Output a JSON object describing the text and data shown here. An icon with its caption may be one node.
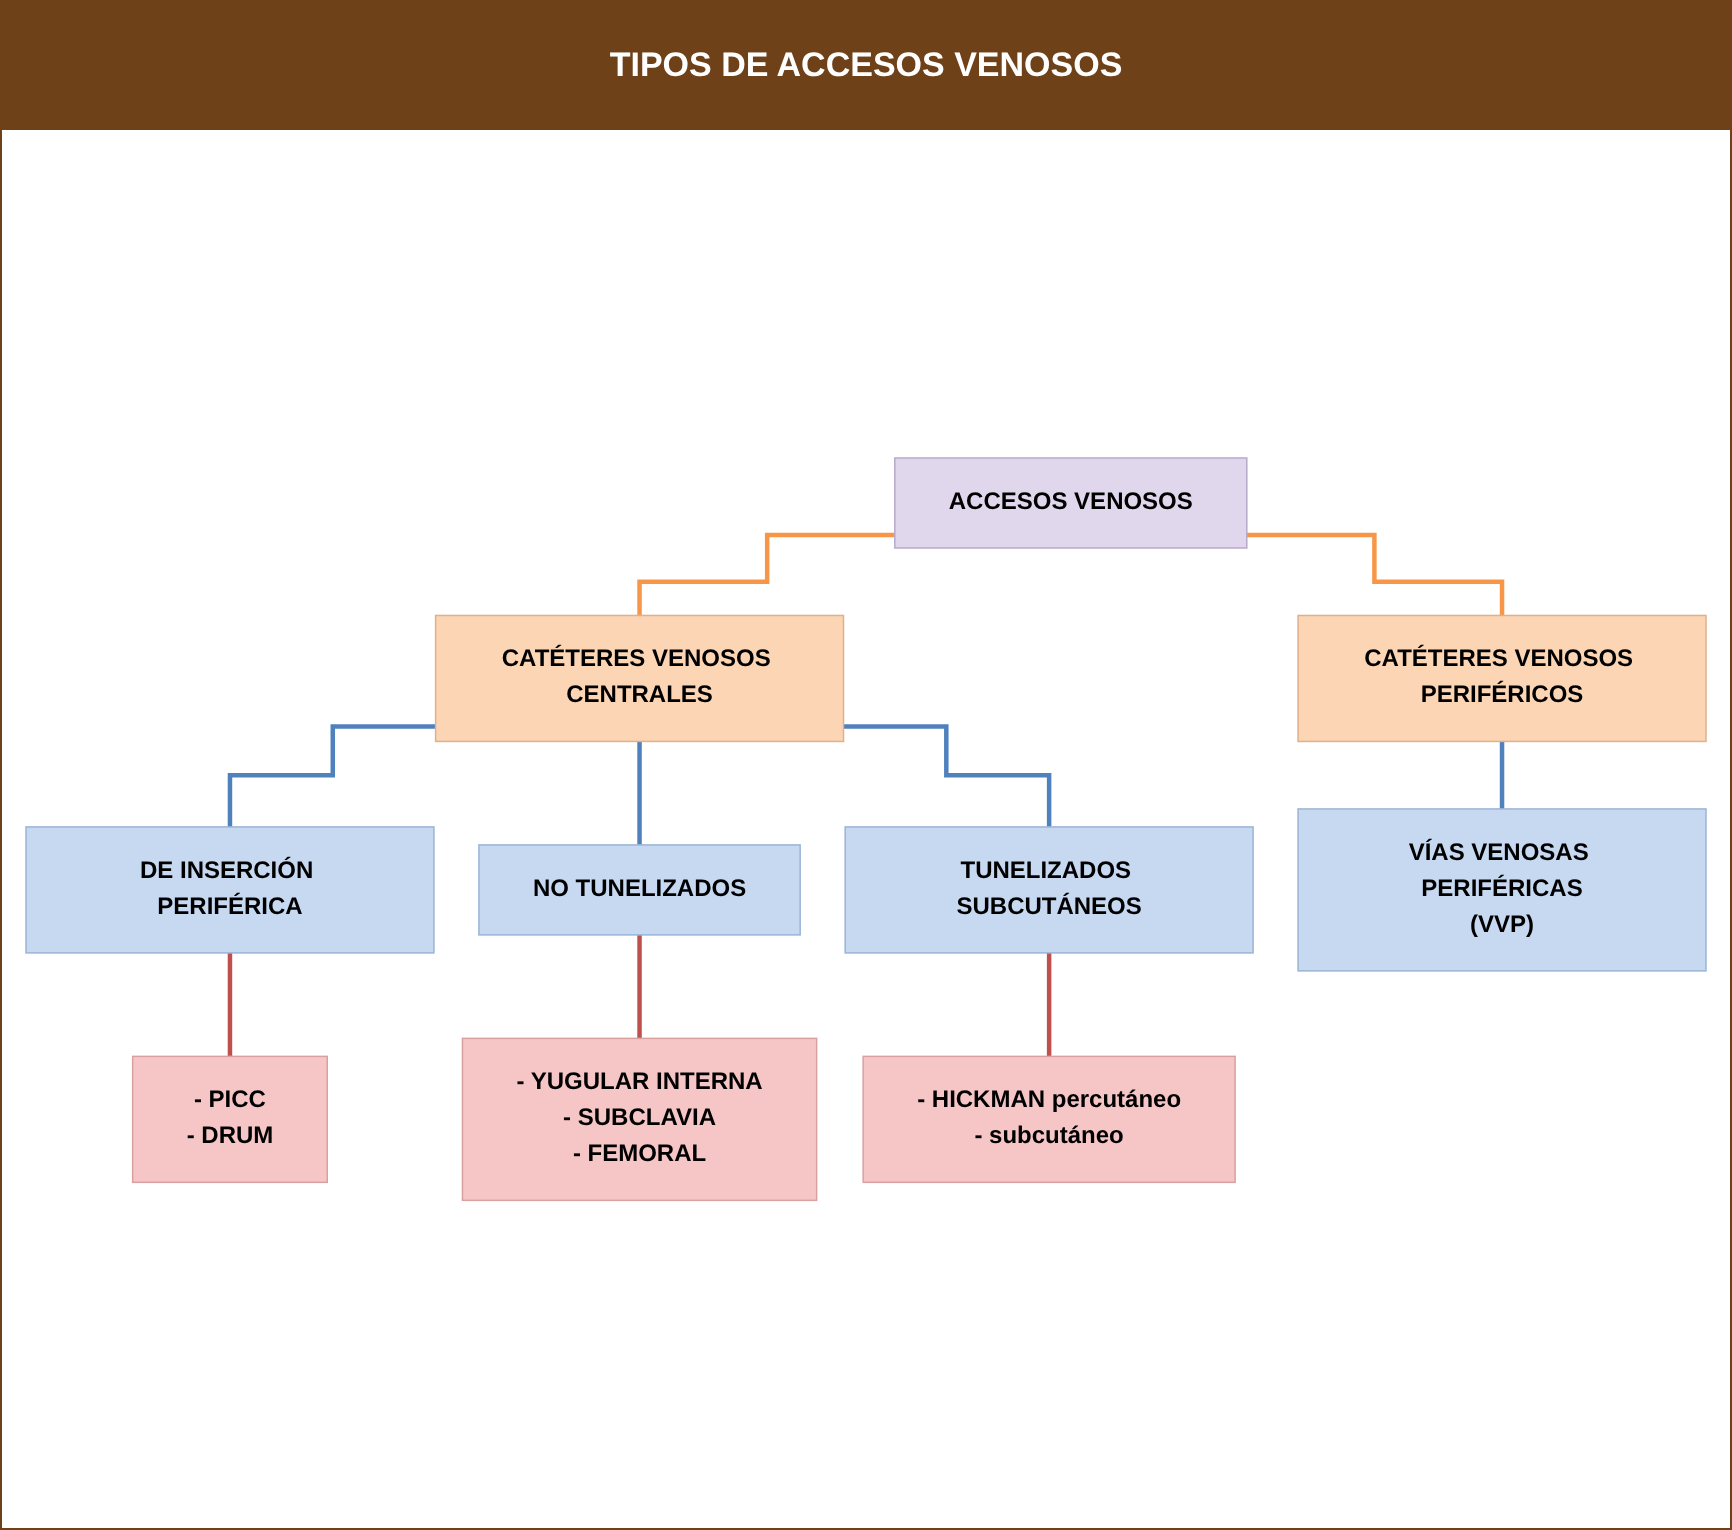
{
  "diagram": {
    "title": "TIPOS DE ACCESOS VENOSOS",
    "nodes": [
      {
        "text": [
          "ACCESOS VENOSOS"
        ]
      },
      {
        "text": [
          "CATÉTERES VENOSOS CENTRALES"
        ]
      },
      {
        "text": [
          "CATÉTERES VENOSOS PERIFÉRICOS"
        ]
      },
      {
        "text": [
          "DE INSERCIÓN PERIFÉRICA"
        ]
      },
      {
        "text": [
          "NO TUNELIZADOS"
        ]
      },
      {
        "text": [
          "TUNELIZADOS SUBCUTÁNEOS"
        ]
      },
      {
        "text": [
          "VÍAS VENOSAS PERIFÉRICAS",
          "(VVP)"
        ]
      },
      {
        "text": [
          "- PICC",
          "- DRUM"
        ]
      },
      {
        "text": [
          "- YUGULAR INTERNA",
          "- SUBCLAVIA",
          "- FEMORAL"
        ]
      },
      {
        "text": [
          "- HICKMAN percutáneo",
          "- subcutáneo"
        ]
      }
    ],
    "edges": [
      {
        "from": 0,
        "to": 1,
        "arrow": "none",
        "color": "#f79646"
      },
      {
        "from": 0,
        "to": 2,
        "arrow": "none",
        "color": "#f79646"
      },
      {
        "from": 1,
        "to": 3,
        "arrow": "none"
      },
      {
        "from": 1,
        "to": 4,
        "arrow": "none"
      },
      {
        "from": 1,
        "to": 5,
        "arrow": "none"
      },
      {
        "from": 2,
        "to": 6,
        "arrow": "none"
      },
      {
        "from": 3,
        "to": 7,
        "arrow": "none",
        "color": "#c0504d"
      },
      {
        "from": 4,
        "to": 8,
        "arrow": "none",
        "color": "#c0504d"
      },
      {
        "from": 5,
        "to": 9,
        "arrow": "none",
        "color": "#c0504d"
      }
    ]
  }
}
